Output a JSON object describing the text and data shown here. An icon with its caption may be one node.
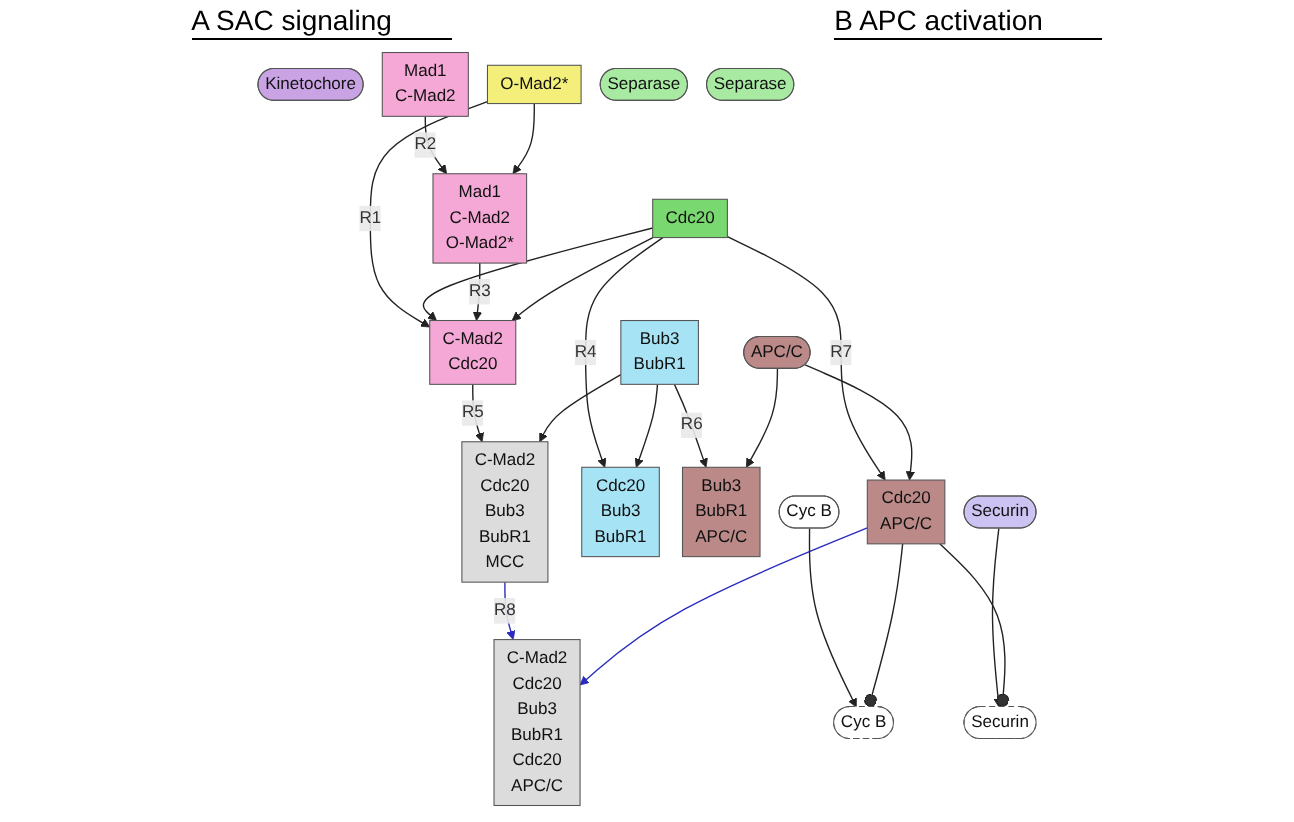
{
  "diagram": {
    "nodes": [
      {
        "text": [
          "Kinetochore"
        ]
      },
      {
        "text": [
          "Mad1",
          "C-Mad2"
        ]
      },
      {
        "text": [
          "O-Mad2*"
        ]
      },
      {
        "text": [
          "Cdc20"
        ]
      },
      {
        "text": [
          "APC/C"
        ]
      },
      {
        "text": [
          "Mad1",
          "C-Mad2",
          "O-Mad2*"
        ]
      },
      {
        "text": [
          "Cdc20",
          "Bub3",
          "BubR1"
        ]
      },
      {
        "text": [
          "C-Mad2",
          "Cdc20"
        ]
      },
      {
        "text": [
          "C-Mad2",
          "Cdc20",
          "Bub3",
          "BubR1",
          "MCC"
        ]
      },
      {
        "text": [
          "Bub3",
          "BubR1"
        ]
      },
      {
        "text": [
          "Cdc20",
          "APC/C"
        ]
      },
      {
        "text": [
          "Separase"
        ]
      },
      {
        "text": [
          "Securin"
        ]
      },
      {
        "text": [
          "Cyc B"
        ]
      },
      {
        "text": [
          "Bub3",
          "BubR1",
          "APC/C"
        ]
      },
      {
        "text": [
          "C-Mad2",
          "Cdc20",
          "Bub3",
          "BubR1",
          "Cdc20",
          "APC/C"
        ]
      },
      {
        "text": [
          "Cyc B"
        ]
      },
      {
        "text": [
          "Separase"
        ]
      },
      {
        "text": [
          "Securin"
        ]
      }
    ],
    "edges": [
      {
        "from": 1,
        "to": 5,
        "arrow": "to",
        "label": "R2"
      },
      {
        "from": 2,
        "to": 5,
        "arrow": "to"
      },
      {
        "from": 2,
        "to": 7,
        "arrow": "to",
        "label": "R1"
      },
      {
        "from": 3,
        "to": 7,
        "arrow": "to"
      },
      {
        "from": 5,
        "to": 7,
        "arrow": "to",
        "label": "R3"
      },
      {
        "from": 3,
        "to": 7,
        "arrow": "to"
      },
      {
        "from": 3,
        "to": 6,
        "arrow": "to",
        "label": "R4"
      },
      {
        "from": 9,
        "to": 6,
        "arrow": "to"
      },
      {
        "from": 7,
        "to": 8,
        "arrow": "to",
        "label": "R5"
      },
      {
        "from": 9,
        "to": 8,
        "arrow": "to"
      },
      {
        "from": 9,
        "to": 14,
        "arrow": "to",
        "label": "R6"
      },
      {
        "from": 4,
        "to": 14,
        "arrow": "to"
      },
      {
        "from": 3,
        "to": 10,
        "arrow": "to",
        "label": "R7"
      },
      {
        "from": 4,
        "to": 10,
        "arrow": "to"
      },
      {
        "from": 8,
        "to": 15,
        "arrow": "to",
        "label": "R8",
        "color": "#2b2bc0"
      },
      {
        "from": 10,
        "to": 15,
        "arrow": "to",
        "color": "#2b2bc0"
      },
      {
        "from": 13,
        "to": 16,
        "arrow": "to"
      },
      {
        "from": 12,
        "to": 18,
        "arrow": "to"
      },
      {
        "from": 10,
        "to": 16,
        "arrow": "other"
      },
      {
        "from": 10,
        "to": 18,
        "arrow": "other"
      }
    ],
    "labels": [
      "A  SAC signaling",
      "B  APC activation"
    ]
  }
}
